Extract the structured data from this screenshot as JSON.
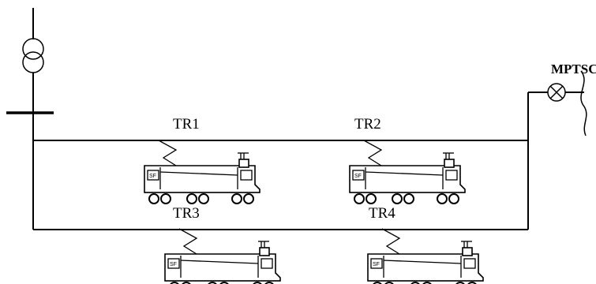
{
  "diagram": {
    "compensator_label": "MPTSC",
    "trains": [
      {
        "label": "TR1"
      },
      {
        "label": "TR2"
      },
      {
        "label": "TR3"
      },
      {
        "label": "TR4"
      }
    ]
  }
}
